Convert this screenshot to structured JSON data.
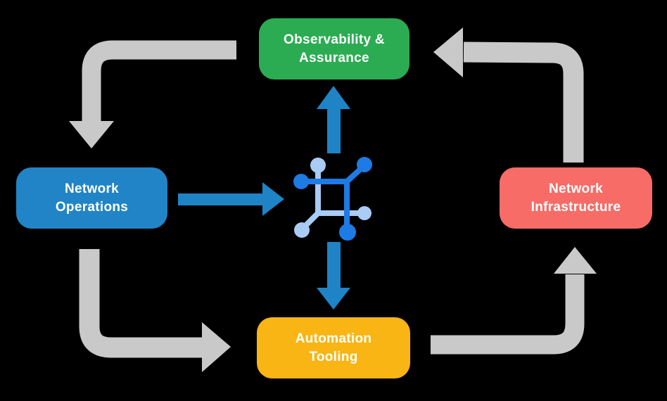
{
  "diagram": {
    "colors": {
      "background": "#000000",
      "label_text": "#FFFFFF",
      "flow_arrow": "#1E84C6",
      "cycle_arrow": "#C9C9C9",
      "icon_dark": "#1E7BE4",
      "icon_light": "#A9CBF4"
    },
    "nodes": {
      "observability": {
        "label": "Observability &\nAssurance",
        "color": "#2BAC52"
      },
      "operations": {
        "label": "Network\nOperations",
        "color": "#2184C6"
      },
      "infrastructure": {
        "label": "Network\nInfrastructure",
        "color": "#F76C67"
      },
      "automation": {
        "label": "Automation\nTooling",
        "color": "#F9B513"
      }
    },
    "center_icon": {
      "name": "network-automation-icon"
    },
    "arrows": {
      "blue_flow": [
        {
          "from": "network-operations",
          "to": "center-icon"
        },
        {
          "from": "center-icon",
          "to": "observability-assurance"
        },
        {
          "from": "center-icon",
          "to": "automation-tooling"
        }
      ],
      "gray_cycle": [
        {
          "from": "observability-assurance",
          "to": "network-operations"
        },
        {
          "from": "network-operations",
          "to": "automation-tooling"
        },
        {
          "from": "automation-tooling",
          "to": "network-infrastructure"
        },
        {
          "from": "network-infrastructure",
          "to": "observability-assurance"
        }
      ]
    }
  }
}
